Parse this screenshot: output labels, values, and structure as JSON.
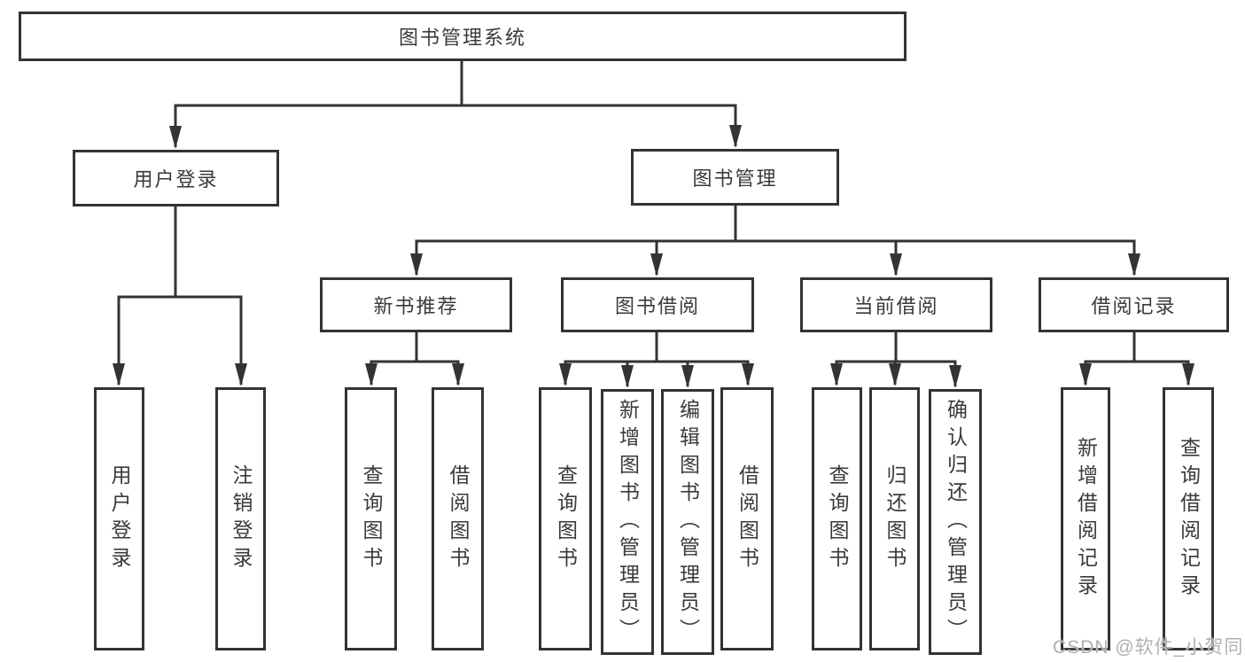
{
  "diagram": {
    "tree": {
      "label": "图书管理系统",
      "children": [
        {
          "label": "用户登录",
          "children": [
            {
              "label": "用户登录"
            },
            {
              "label": "注销登录"
            }
          ]
        },
        {
          "label": "图书管理",
          "children": [
            {
              "label": "新书推荐",
              "children": [
                {
                  "label": "查询图书"
                },
                {
                  "label": "借阅图书"
                }
              ]
            },
            {
              "label": "图书借阅",
              "children": [
                {
                  "label": "查询图书"
                },
                {
                  "label": "新增图书（管理员）"
                },
                {
                  "label": "编辑图书（管理员）"
                },
                {
                  "label": "借阅图书"
                }
              ]
            },
            {
              "label": "当前借阅",
              "children": [
                {
                  "label": "查询图书"
                },
                {
                  "label": "归还图书"
                },
                {
                  "label": "确认归还（管理员）"
                }
              ]
            },
            {
              "label": "借阅记录",
              "children": [
                {
                  "label": "新增借阅记录"
                },
                {
                  "label": "查询借阅记录"
                }
              ]
            }
          ]
        }
      ]
    }
  },
  "watermark": {
    "text": "CSDN @软件_小贺同学"
  },
  "colors": {
    "line": "#333333",
    "text": "#3a3a3a",
    "watermark": "#b0b0b0",
    "background": "#ffffff"
  }
}
